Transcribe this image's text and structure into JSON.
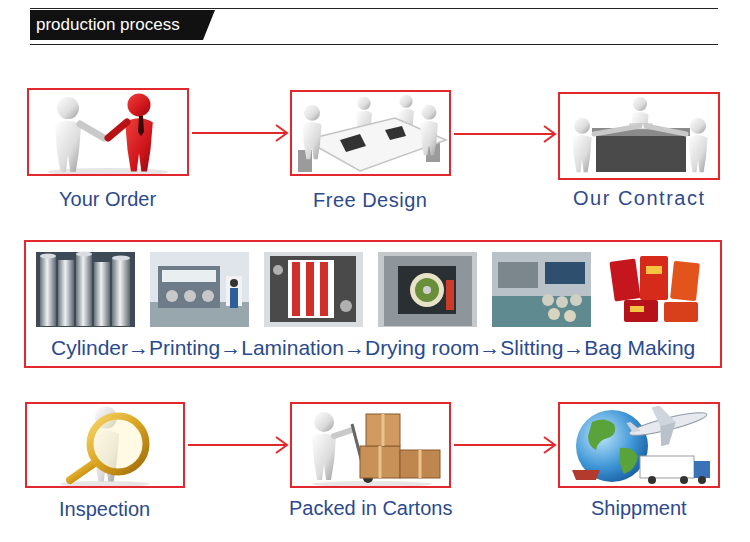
{
  "diagram": {
    "title": "production process",
    "nodes": [
      {
        "text": [
          "Your Order"
        ]
      },
      {
        "text": [
          "Free Design"
        ]
      },
      {
        "text": [
          "Our Contract"
        ]
      },
      {
        "text": [
          "Cylinder→Printing→Lamination→Drying room→Slitting→Bag Making"
        ]
      },
      {
        "text": [
          "Inspection"
        ]
      },
      {
        "text": [
          "Packed in Cartons"
        ]
      },
      {
        "text": [
          "Shippment"
        ]
      }
    ],
    "edges": [
      {
        "from": 0,
        "to": 1,
        "arrow": "to"
      },
      {
        "from": 1,
        "to": 2,
        "arrow": "to"
      },
      {
        "from": 4,
        "to": 5,
        "arrow": "to"
      },
      {
        "from": 5,
        "to": 6,
        "arrow": "to"
      }
    ]
  }
}
